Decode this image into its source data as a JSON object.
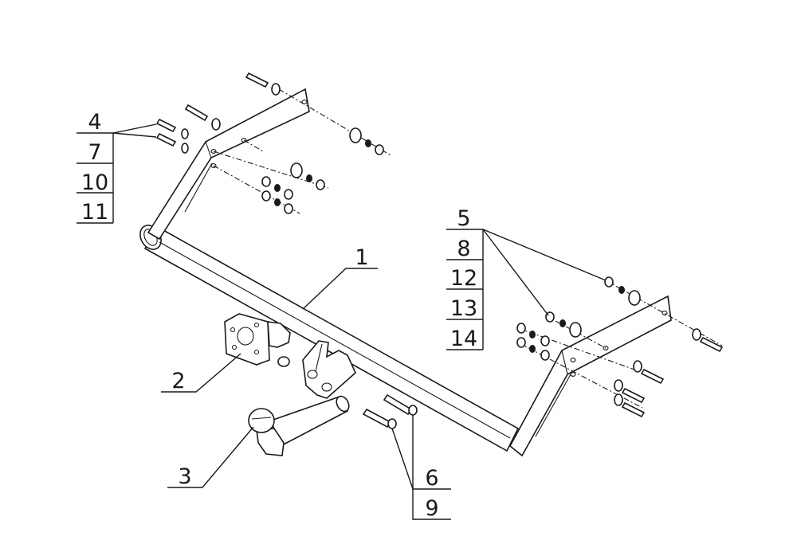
{
  "labels": {
    "group_left": [
      "4",
      "7",
      "10",
      "11"
    ],
    "group_right": [
      "5",
      "8",
      "12",
      "13",
      "14"
    ],
    "group_bottom": [
      "6",
      "9"
    ],
    "part_1": "1",
    "part_2": "2",
    "part_3": "3"
  }
}
